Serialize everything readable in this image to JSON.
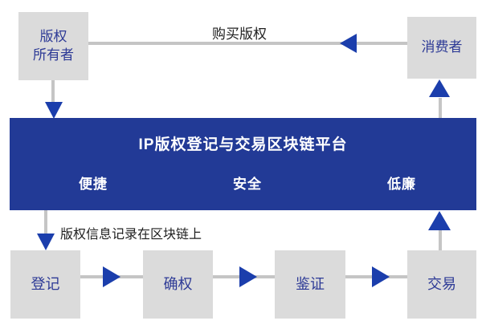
{
  "colors": {
    "banner_bg": "#223a96",
    "banner_text": "#ffffff",
    "box_bg": "#dbdbdb",
    "box_text": "#2d3a96",
    "arrow_blue": "#1b3eac",
    "line_gray": "#c5c5c5",
    "label_text": "#1f1f1f"
  },
  "top": {
    "owner_box": {
      "line1": "版权",
      "line2": "所有者"
    },
    "consumer_box": {
      "label": "消费者"
    },
    "purchase_label": "购买版权"
  },
  "platform": {
    "title": "IP版权登记与交易区块链平台",
    "features": [
      {
        "label": "便捷"
      },
      {
        "label": "安全"
      },
      {
        "label": "低廉"
      }
    ]
  },
  "record_label": "版权信息记录在区块链上",
  "process": {
    "steps": [
      {
        "label": "登记"
      },
      {
        "label": "确权"
      },
      {
        "label": "鉴证"
      },
      {
        "label": "交易"
      }
    ]
  }
}
